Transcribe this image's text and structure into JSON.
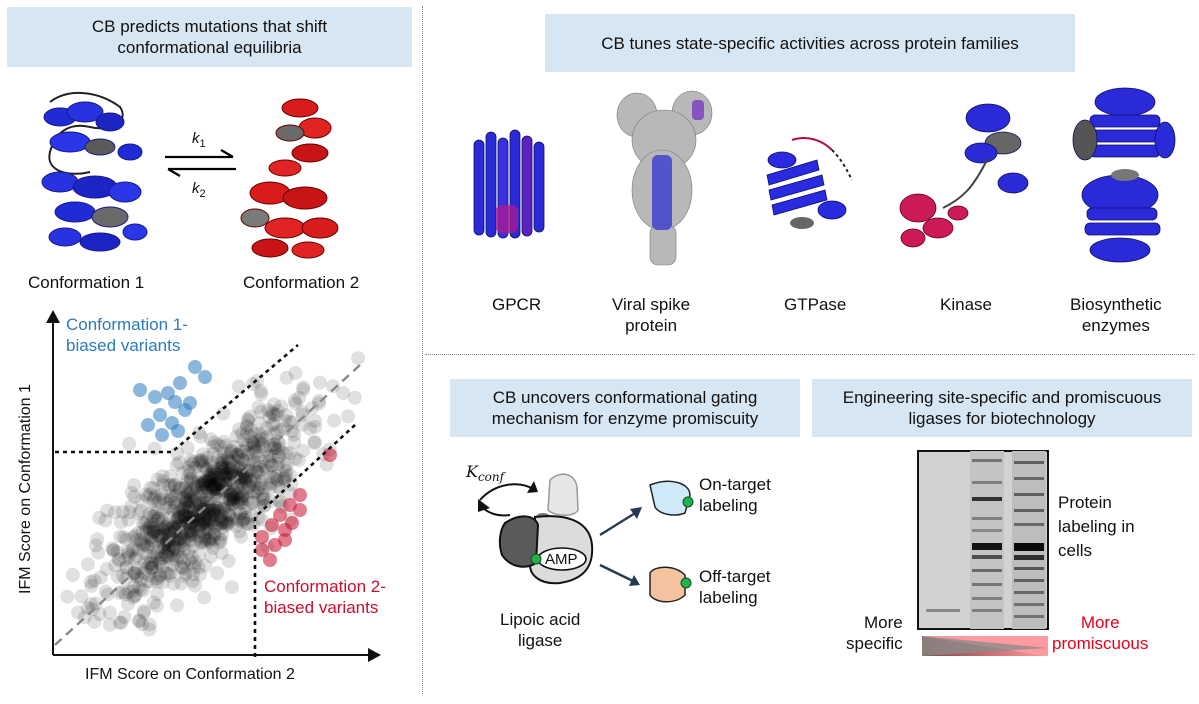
{
  "left_panel": {
    "banner_line1": "CB predicts mutations that shift",
    "banner_line2": "conformational equilibria",
    "rate_forward": "k",
    "rate_forward_sub": "1",
    "rate_reverse": "k",
    "rate_reverse_sub": "2",
    "conformation1_label": "Conformation 1",
    "conformation2_label": "Conformation 2",
    "scatter": {
      "ylabel": "IFM Score on Conformation 1",
      "xlabel": "IFM Score on Conformation 2",
      "annot1_line1": "Conformation 1-",
      "annot1_line2": "biased variants",
      "annot2_line1": "Conformation 2-",
      "annot2_line2": "biased variants",
      "colors": {
        "bulk": "#000000",
        "conf1": "#2b7bbf",
        "conf2": "#c8102e"
      }
    }
  },
  "families_panel": {
    "banner": "CB tunes state-specific activities across protein families",
    "families": [
      {
        "line1": "GPCR",
        "line2": ""
      },
      {
        "line1": "Viral spike",
        "line2": "protein"
      },
      {
        "line1": "GTPase",
        "line2": ""
      },
      {
        "line1": "Kinase",
        "line2": ""
      },
      {
        "line1": "Biosynthetic",
        "line2": "enzymes"
      }
    ]
  },
  "gating_panel": {
    "banner_line1": "CB uncovers conformational gating",
    "banner_line2": "mechanism for enzyme promiscuity",
    "kconf": "K",
    "kconf_sub": "conf",
    "amp": "AMP",
    "ligase_line1": "Lipoic acid",
    "ligase_line2": "ligase",
    "on_target_line1": "On-target",
    "on_target_line2": "labeling",
    "off_target_line1": "Off-target",
    "off_target_line2": "labeling"
  },
  "ligases_panel": {
    "banner_line1": "Engineering site-specific and promiscuous",
    "banner_line2": "ligases for biotechnology",
    "gel_caption_line1": "Protein",
    "gel_caption_line2": "labeling in",
    "gel_caption_line3": "cells",
    "more_specific_line1": "More",
    "more_specific_line2": "specific",
    "more_promiscuous_line1": "More",
    "more_promiscuous_line2": "promiscuous",
    "promiscuous_color": "#e8001c"
  }
}
